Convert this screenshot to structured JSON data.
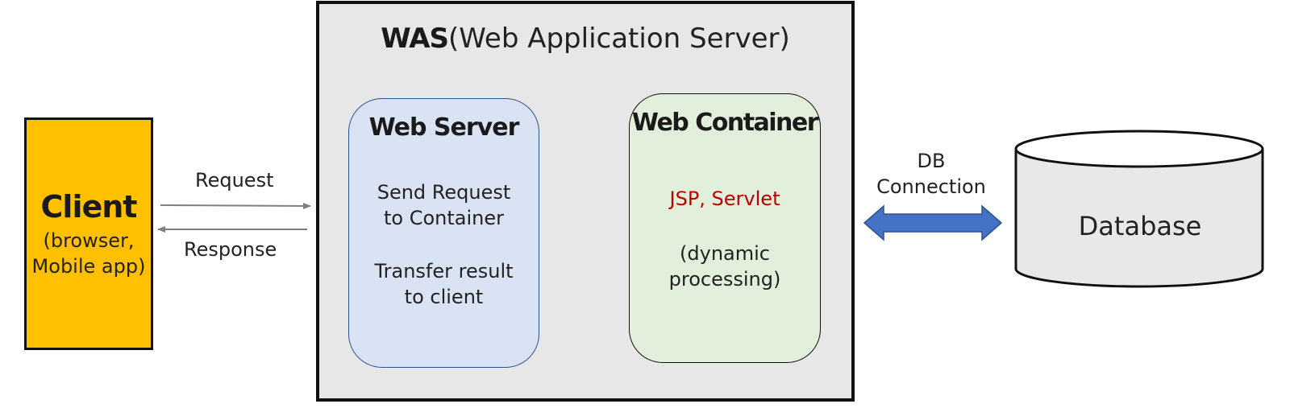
{
  "client": {
    "title": "Client",
    "subtitle": "(browser, Mobile app)"
  },
  "flow": {
    "request": "Request",
    "response": "Response"
  },
  "was": {
    "title_strong": "WAS",
    "title_rest": "(Web Application Server)",
    "web_server": {
      "title": "Web Server",
      "line1": "Send Request to Container",
      "line2": "Transfer result to client"
    },
    "web_container": {
      "title": "Web Container",
      "tech": "JSP, Servlet",
      "note": "(dynamic processing)"
    }
  },
  "db_connection": "DB Connection",
  "database": "Database",
  "colors": {
    "client_fill": "#ffc000",
    "was_fill": "#e7e7e7",
    "web_server_fill": "#dae3f3",
    "web_container_fill": "#e2efda",
    "tech_text": "#c00000",
    "db_arrow": "#4472c4"
  }
}
